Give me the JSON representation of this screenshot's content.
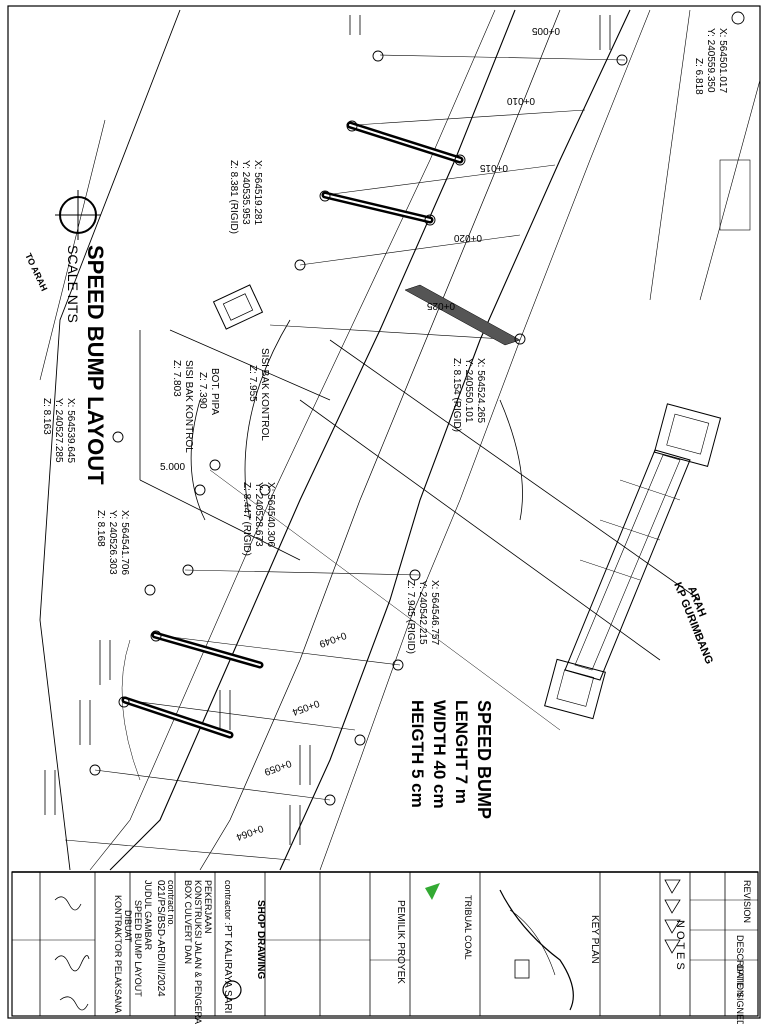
{
  "drawing": {
    "title": "SPEED BUMP LAYOUT",
    "scale": "SCALE NTS",
    "to_arah": "TO ARAH"
  },
  "speed_bump": {
    "heading": "SPEED BUMP",
    "length": "LENGHT 7 m",
    "width": "WIDTH 40 cm",
    "height": "HEIGTH 5 cm"
  },
  "direction": {
    "line1": "ARAH",
    "line2": "KP GURIMBANG"
  },
  "stations": [
    "0+005",
    "0+010",
    "0+015",
    "0+020",
    "0+025",
    "0+049",
    "0+054",
    "0+059",
    "0+064"
  ],
  "coords": [
    {
      "x": "X: 564501.017",
      "y": "Y: 240559.350",
      "z": "Z: 6.818"
    },
    {
      "x": "X: 564524.265",
      "y": "Y: 240550.101",
      "z": "Z: 8.154 (RIGID)"
    },
    {
      "x": "X: 564519.281",
      "y": "Y: 240535.953",
      "z": "Z: 8.381 (RIGID)"
    },
    {
      "x": "X: 564539.645",
      "y": "Y: 240527.285",
      "z": "Z: 8.163"
    },
    {
      "x": "X: 564540.306",
      "y": "Y: 240528.673",
      "z": "Z: 8.447 (RIGID)"
    },
    {
      "x": "X: 564541.706",
      "y": "Y: 240526.303",
      "z": "Z: 8.168"
    },
    {
      "x": "X: 564546.757",
      "y": "Y: 240542.215",
      "z": "Z: 7.945 (RIGID)"
    }
  ],
  "annotations": {
    "sisi_bak_1": "SISI BAK KONTROL",
    "sisi_bak_1_z": "Z: 7.955",
    "bot_pipa": "BOT. PIPA",
    "bot_pipa_z": "Z: 7.390",
    "sisi_bak_2": "SISI BAK KONTROL",
    "sisi_bak_2_z": "Z: 7.803",
    "dim_5000": "5.000"
  },
  "title_block": {
    "notes": "N O T E S",
    "key_plan": "KEY PLAN",
    "owner_label": "PEMILIK PROYEK",
    "owner_name": "TRIBUAL COAL",
    "contractor_label": "contractor :",
    "contractor_name": "PT KALIRAYA SARI",
    "shop_drawing": "SHOP DRAWING",
    "project_label": "PEKERJAAN",
    "project_line1": "KONSTRUKSI JALAN & PENGERASAN DAN",
    "project_line2": "BOX CULVERT DAN",
    "contract_label": "contract no.",
    "contract_no": "021/PS/BSD-ARD/III/2024",
    "drawing_label": "JUDUL GAMBAR",
    "drawing_title": "SPEED BUMP LAYOUT",
    "consultant_label": "DIBUAT",
    "consultant": "KONTRAKTOR PELAKSANA",
    "revision": "REVISION",
    "rev_desc": "DESCRIPTION",
    "rev_date": "DATE",
    "rev_sign": "SIGNED"
  }
}
